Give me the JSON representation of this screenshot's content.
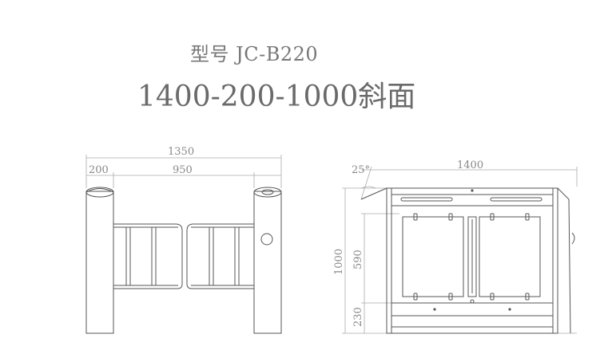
{
  "title": {
    "model": "型号 JC-B220",
    "spec": "1400-200-1000斜面"
  },
  "front_view": {
    "overall_width": "1350",
    "side_width": "200",
    "passage_width": "950"
  },
  "side_view": {
    "length": "1400",
    "angle": "25°",
    "height": "1000",
    "glass_height": "590",
    "base_height": "230"
  }
}
